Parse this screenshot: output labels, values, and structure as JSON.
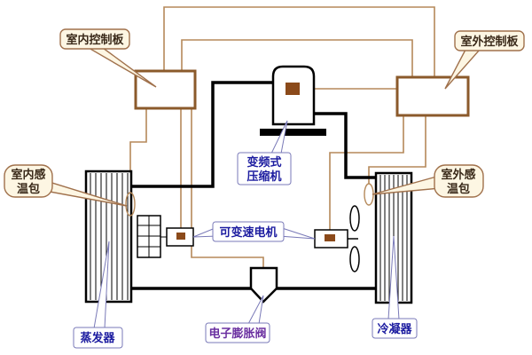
{
  "labels": {
    "indoor_board": "室内控制板",
    "outdoor_board": "室外控制板",
    "indoor_sensor": [
      "室内感",
      "温包"
    ],
    "outdoor_sensor": [
      "室外感",
      "温包"
    ],
    "compressor": [
      "变频式",
      "压缩机"
    ],
    "motor": "可变速电机",
    "evaporator": "蒸发器",
    "condenser": "冷凝器",
    "valve": "电子膨胀阀"
  },
  "colors": {
    "wire": "#b5895a",
    "pipe": "#000000",
    "board": "#8b5a2b",
    "chip": "#8b4a1a",
    "callout_fill": "#fdf6e3",
    "callout_stroke": "#a0714c",
    "tag_stroke": "#7a7ab8",
    "label_dark": "#3a2a1a",
    "label_blue": "#1c1ca0",
    "label_purple": "#6a2fa0"
  }
}
